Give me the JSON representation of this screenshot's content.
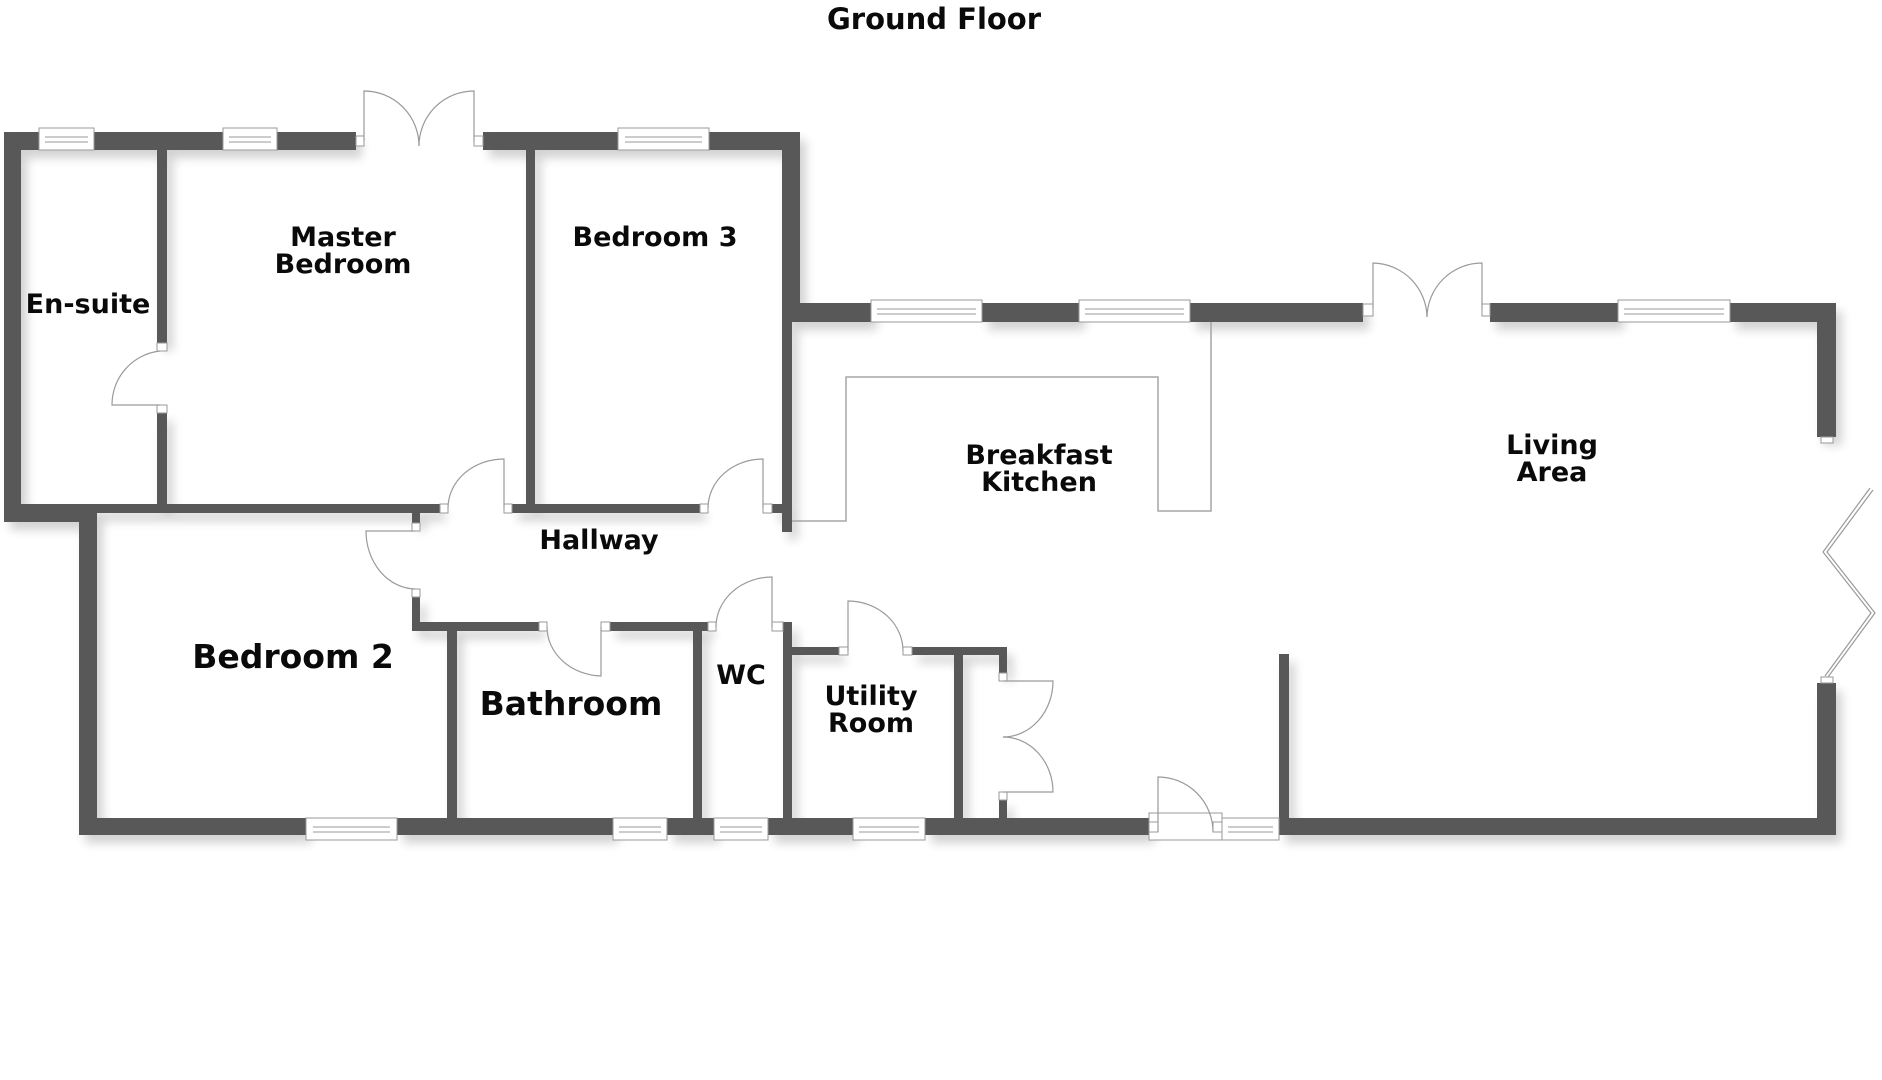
{
  "title": "Ground Floor",
  "colors": {
    "wall": "#595959",
    "fixture_line": "#9a9a9a",
    "text": "#0a0a0a",
    "background": "#ffffff"
  },
  "rooms": {
    "ensuite": {
      "lines": [
        "En-suite"
      ]
    },
    "master_bedroom": {
      "lines": [
        "Master",
        "Bedroom"
      ]
    },
    "bedroom_3": {
      "lines": [
        "Bedroom 3"
      ]
    },
    "breakfast_kitchen": {
      "lines": [
        "Breakfast",
        "Kitchen"
      ]
    },
    "living_area": {
      "lines": [
        "Living",
        "Area"
      ]
    },
    "hallway": {
      "lines": [
        "Hallway"
      ]
    },
    "bedroom_2": {
      "lines": [
        "Bedroom 2"
      ]
    },
    "bathroom": {
      "lines": [
        "Bathroom"
      ]
    },
    "wc": {
      "lines": [
        "WC"
      ]
    },
    "utility_room": {
      "lines": [
        "Utility",
        "Room"
      ]
    }
  },
  "symbols": {
    "window": "window-icon",
    "door": "door-swing-icon",
    "french_door": "french-door-icon",
    "bifold_door": "bifold-door-icon"
  }
}
